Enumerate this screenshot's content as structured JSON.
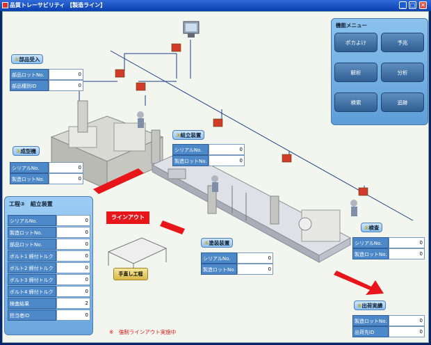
{
  "window": {
    "title": "品質トレーサビリティ 【製造ライン】",
    "btn_min": "_",
    "btn_max": "□",
    "btn_close": "✕"
  },
  "menu": {
    "title": "機能メニュー",
    "buttons": [
      "ポカよけ",
      "予兆",
      "解析",
      "分析",
      "検索",
      "追跡"
    ]
  },
  "stations": {
    "receiving": {
      "label_num": "①",
      "label_text": "部品受入",
      "fields": [
        {
          "key": "部品ロットNo.",
          "value": "0"
        },
        {
          "key": "部品種別ID",
          "value": "0"
        }
      ]
    },
    "molding": {
      "label_num": "②",
      "label_text": "成型機",
      "fields": [
        {
          "key": "シリアルNo.",
          "value": "0"
        },
        {
          "key": "製造ロットNo.",
          "value": "0"
        }
      ]
    },
    "assembly": {
      "label_num": "③",
      "label_text": "組立装置",
      "fields": [
        {
          "key": "シリアルNo.",
          "value": "0"
        },
        {
          "key": "製造ロットNo.",
          "value": "0"
        }
      ]
    },
    "painting": {
      "label_num": "④",
      "label_text": "塗装装置",
      "fields": [
        {
          "key": "シリアルNo.",
          "value": "0"
        },
        {
          "key": "製造ロットNo.",
          "value": "0"
        }
      ]
    },
    "inspection": {
      "label_num": "⑤",
      "label_text": "検査",
      "fields": [
        {
          "key": "シリアルNo.",
          "value": "0"
        },
        {
          "key": "製造ロットNo.",
          "value": "0"
        }
      ]
    },
    "shipping": {
      "label_num": "⑥",
      "label_text": "出荷実績",
      "fields": [
        {
          "key": "製造ロットNo.",
          "value": "0"
        },
        {
          "key": "出荷先ID",
          "value": "0"
        }
      ]
    }
  },
  "process3_panel": {
    "title": "工程③　組立装置",
    "rows": [
      {
        "key": "シリアルNo.",
        "value": "0"
      },
      {
        "key": "製造ロットNo.",
        "value": "0"
      },
      {
        "key": "部品ロットNo.",
        "value": "0"
      },
      {
        "key": "ボルト1 締付トルク",
        "value": "0"
      },
      {
        "key": "ボルト2 締付トルク",
        "value": "0"
      },
      {
        "key": "ボルト3 締付トルク",
        "value": "0"
      },
      {
        "key": "ボルト4 締付トルク",
        "value": "0"
      },
      {
        "key": "検査結果",
        "value": "2"
      },
      {
        "key": "担当者ID",
        "value": "0"
      }
    ]
  },
  "line_out_label": "ラインアウト",
  "manual_process_label": "手直し工程",
  "status_message": "※　強制ラインアウト実施中",
  "colors": {
    "title_bar": "#0b3fb0",
    "alert_red": "#e8161b",
    "field_key_bg": "#4d88c8",
    "menu_bg": "#6aa6dd"
  }
}
